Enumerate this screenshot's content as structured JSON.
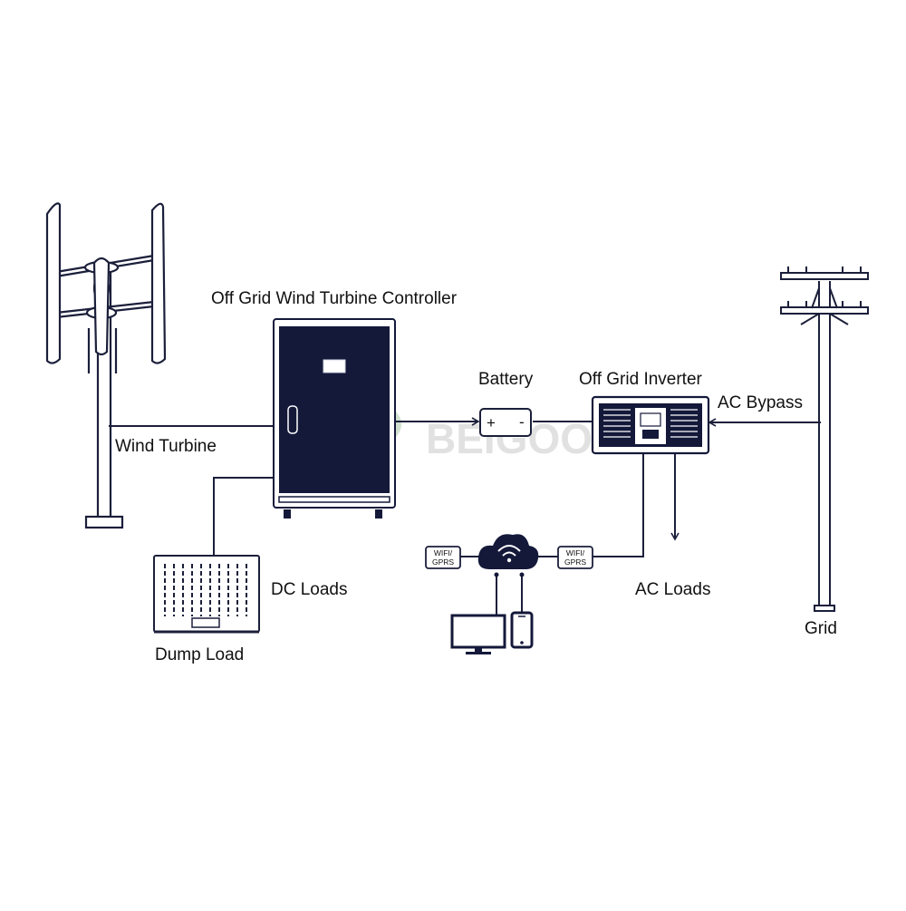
{
  "labels": {
    "controller": "Off Grid Wind Turbine Controller",
    "battery": "Battery",
    "inverter": "Off Grid Inverter",
    "ac_bypass": "AC Bypass",
    "wind_turbine": "Wind Turbine",
    "dc_loads": "DC Loads",
    "ac_loads": "AC Loads",
    "dump_load": "Dump Load",
    "grid": "Grid"
  },
  "battery": {
    "plus": "+",
    "minus": "-"
  },
  "comm": {
    "left_tag": [
      "WIFI/",
      "GPRS"
    ],
    "right_tag": [
      "WIFI/",
      "GPRS"
    ]
  },
  "watermark": "BEIGOOD",
  "colors": {
    "line": "#1b1f3a",
    "cabinet": "#14193a",
    "accent": "#e8a11a"
  },
  "icons": [
    "wind-turbine-icon",
    "controller-cabinet-icon",
    "battery-icon",
    "inverter-icon",
    "power-pole-icon",
    "dump-load-icon",
    "cloud-wifi-icon",
    "monitor-icon",
    "smartphone-icon"
  ]
}
